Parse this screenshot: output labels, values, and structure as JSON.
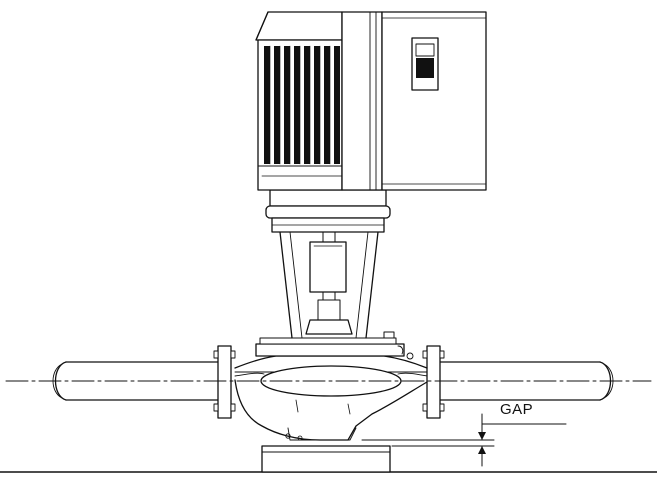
{
  "annotations": {
    "gap_label": "GAP"
  },
  "components": [
    "motor",
    "motor-fan-fins",
    "terminal-box",
    "motor-stool",
    "coupling",
    "shaft",
    "pump-casing",
    "inlet-flange",
    "outlet-flange",
    "suction-pipe",
    "discharge-pipe",
    "base-support",
    "floor-line",
    "centerline"
  ]
}
